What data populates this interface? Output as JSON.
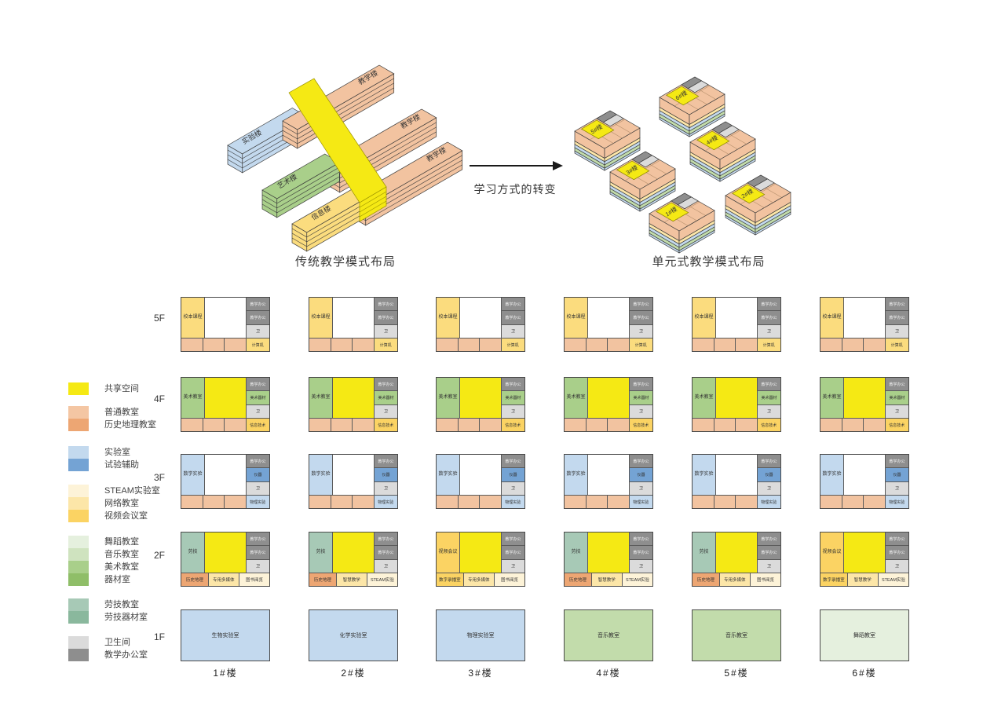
{
  "top": {
    "left_caption": "传统教学模式布局",
    "right_caption": "单元式教学模式布局",
    "arrow_label": "学习方式的转变",
    "left_bars": [
      {
        "label": "实验楼",
        "color": "#c3d9ee"
      },
      {
        "label": "教学楼",
        "color": "#f2c3a0"
      },
      {
        "label": "教学楼",
        "color": "#f2c3a0"
      },
      {
        "label": "教学楼",
        "color": "#f2c3a0"
      },
      {
        "label": "艺术楼",
        "color": "#a9cf8a"
      },
      {
        "label": "信息楼",
        "color": "#fbdc7e"
      }
    ],
    "right_blocks": [
      "5#楼",
      "6#楼",
      "3#楼",
      "4#楼",
      "1#楼",
      "2#楼"
    ]
  },
  "colors": {
    "shared": "#f5e914",
    "gold": "#fbdc7e",
    "vgold": "#fbd363",
    "lightgold": "#fce6a8",
    "cream": "#fdf3d8",
    "orange": "#f2c3a0",
    "deeporange": "#eda673",
    "lblue": "#c3d9ee",
    "mblue": "#74a3d4",
    "green": "#a9cf8a",
    "teal": "#a7c9b6",
    "lgray": "#dbdbdb",
    "dgray": "#8e8e8e",
    "white": "#ffffff",
    "midGreen": "#c2dcab",
    "paleGreen": "#e5f0de"
  },
  "legend": {
    "groups": [
      {
        "items": [
          {
            "label": "共享空间",
            "color": "#f5e914"
          }
        ]
      },
      {
        "items": [
          {
            "label": "普通教室",
            "color": "#f4c6a3"
          },
          {
            "label": "历史地理教室",
            "color": "#eda673"
          }
        ]
      },
      {
        "items": [
          {
            "label": "实验室",
            "color": "#c3d9ee"
          },
          {
            "label": "试验辅助",
            "color": "#74a3d4"
          }
        ]
      },
      {
        "items": [
          {
            "label": "STEAM实验室",
            "color": "#fdf3d8"
          },
          {
            "label": "网络教室",
            "color": "#fce6a8"
          },
          {
            "label": "视频会议室",
            "color": "#fbd363"
          }
        ]
      },
      {
        "items": [
          {
            "label": "舞蹈教室",
            "color": "#e5f0de"
          },
          {
            "label": "音乐教室",
            "color": "#cfe3bf"
          },
          {
            "label": "美术教室",
            "color": "#a9cf8a"
          },
          {
            "label": "器材室",
            "color": "#8fbe68"
          }
        ]
      },
      {
        "items": [
          {
            "label": "劳技教室",
            "color": "#a7c9b6"
          },
          {
            "label": "劳技器材室",
            "color": "#8ab89d"
          }
        ]
      },
      {
        "items": [
          {
            "label": "卫生间",
            "color": "#dbdbdb"
          },
          {
            "label": "教学办公室",
            "color": "#8e8e8e"
          }
        ]
      }
    ]
  },
  "grid": {
    "floor_labels": [
      "5F",
      "4F",
      "3F",
      "2F",
      "1F"
    ],
    "building_labels": [
      "1#楼",
      "2#楼",
      "3#楼",
      "4#楼",
      "5#楼",
      "6#楼"
    ],
    "floors": {
      "f5": {
        "left": "校本课程",
        "left_color": "gold",
        "mid_color": "white",
        "right": [
          "教学办公",
          "教学办公",
          "卫",
          "计算机"
        ],
        "right_colors": [
          "dgray",
          "dgray",
          "lgray",
          "gold"
        ]
      },
      "f4": {
        "left": "美术教室",
        "left_color": "green",
        "mid_color": "shared",
        "right": [
          "教学办公",
          "美术器材",
          "卫",
          "信息技术"
        ],
        "right_colors": [
          "dgray",
          "green",
          "lgray",
          "vgold"
        ]
      },
      "f3": {
        "left": "数学实验",
        "left_color": "lblue",
        "mid_color": "white",
        "right": [
          "教学办公",
          "仪器",
          "卫",
          "物理实验"
        ],
        "right_colors": [
          "dgray",
          "mblue",
          "lgray",
          "lblue"
        ]
      }
    },
    "f2_right": [
      "教学办公",
      "教学办公",
      "卫"
    ],
    "buildings": [
      {
        "f2": {
          "left": "劳技",
          "left_color": "teal",
          "bottom": [
            {
              "t": "历史地理",
              "c": "deeporange"
            },
            {
              "t": "专用多媒体",
              "c": "lightgold"
            },
            {
              "t": "图书阅览",
              "c": "cream"
            }
          ]
        },
        "f1": {
          "label": "生物实验室",
          "color": "lblue"
        }
      },
      {
        "f2": {
          "left": "劳技",
          "left_color": "teal",
          "bottom": [
            {
              "t": "历史地理",
              "c": "deeporange"
            },
            {
              "t": "智慧教学",
              "c": "lightgold"
            },
            {
              "t": "STEAM实验",
              "c": "cream"
            }
          ]
        },
        "f1": {
          "label": "化学实验室",
          "color": "lblue"
        }
      },
      {
        "f2": {
          "left": "视频会议",
          "left_color": "vgold",
          "bottom": [
            {
              "t": "数字录播室",
              "c": "vgold"
            },
            {
              "t": "专用多媒体",
              "c": "lightgold"
            },
            {
              "t": "图书阅览",
              "c": "cream"
            }
          ]
        },
        "f1": {
          "label": "物理实验室",
          "color": "lblue"
        }
      },
      {
        "f2": {
          "left": "劳技",
          "left_color": "teal",
          "bottom": [
            {
              "t": "历史地理",
              "c": "deeporange"
            },
            {
              "t": "智慧教学",
              "c": "lightgold"
            },
            {
              "t": "STEAM实验",
              "c": "cream"
            }
          ]
        },
        "f1": {
          "label": "音乐教室",
          "color": "midGreen"
        }
      },
      {
        "f2": {
          "left": "劳技",
          "left_color": "teal",
          "bottom": [
            {
              "t": "历史地理",
              "c": "deeporange"
            },
            {
              "t": "专用多媒体",
              "c": "lightgold"
            },
            {
              "t": "图书阅览",
              "c": "cream"
            }
          ]
        },
        "f1": {
          "label": "音乐教室",
          "color": "midGreen"
        }
      },
      {
        "f2": {
          "left": "视频会议",
          "left_color": "vgold",
          "bottom": [
            {
              "t": "数字录播室",
              "c": "vgold"
            },
            {
              "t": "智慧教学",
              "c": "lightgold"
            },
            {
              "t": "STEAM实验",
              "c": "cream"
            }
          ]
        },
        "f1": {
          "label": "舞蹈教室",
          "color": "paleGreen"
        }
      }
    ]
  }
}
